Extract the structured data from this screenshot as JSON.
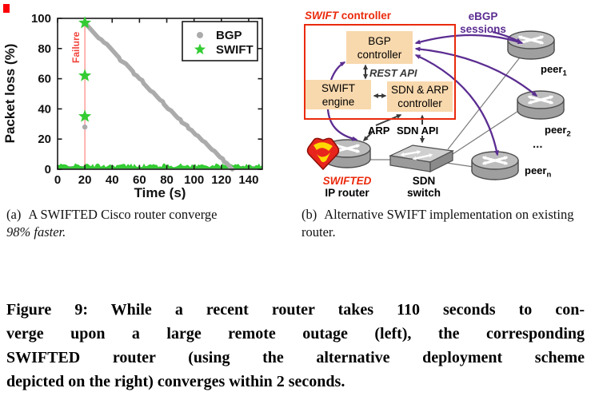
{
  "artifact_color": "#fb0007",
  "chart_data": {
    "type": "scatter",
    "title": "",
    "xlabel": "Time (s)",
    "ylabel": "Packet loss (%)",
    "xlim": [
      0,
      150
    ],
    "ylim": [
      0,
      100
    ],
    "xticks": [
      0,
      20,
      40,
      60,
      80,
      100,
      120,
      140
    ],
    "yticks": [
      0,
      20,
      40,
      60,
      80,
      100
    ],
    "grid": false,
    "legend_position": "upper right",
    "failure": {
      "time": 20,
      "label": "Failure",
      "line_color": "#ff8f88",
      "text_color": "#f2453d"
    },
    "legend": [
      {
        "label": "BGP",
        "marker": "dot",
        "color": "#ababab"
      },
      {
        "label": "SWIFT",
        "marker": "star",
        "color": "#33cc33"
      }
    ],
    "series": [
      {
        "name": "BGP",
        "color": "#ababab",
        "pre_failure_zero": [
          [
            0,
            0
          ],
          [
            20,
            0
          ]
        ],
        "post_convergence_zero": [
          [
            127.5,
            0
          ],
          [
            150,
            0
          ]
        ],
        "lone_point": [
          20,
          28
        ],
        "decline": [
          [
            21,
            96
          ],
          [
            23,
            94
          ],
          [
            25,
            92
          ],
          [
            27,
            90
          ],
          [
            28,
            89
          ],
          [
            30,
            87
          ],
          [
            32,
            86
          ],
          [
            34,
            84
          ],
          [
            36,
            83
          ],
          [
            38,
            81
          ],
          [
            40,
            79
          ],
          [
            41,
            78
          ],
          [
            43,
            76
          ],
          [
            45,
            74
          ],
          [
            46,
            72
          ],
          [
            48,
            71
          ],
          [
            50,
            70
          ],
          [
            51,
            69
          ],
          [
            53,
            67
          ],
          [
            55,
            65
          ],
          [
            56,
            63
          ],
          [
            58,
            62
          ],
          [
            60,
            60
          ],
          [
            62,
            59
          ],
          [
            63,
            57
          ],
          [
            65,
            55
          ],
          [
            66,
            54
          ],
          [
            68,
            52
          ],
          [
            70,
            51
          ],
          [
            72,
            49
          ],
          [
            73,
            48
          ],
          [
            75,
            46
          ],
          [
            77,
            45
          ],
          [
            78,
            43
          ],
          [
            80,
            41
          ],
          [
            81,
            40
          ],
          [
            83,
            39
          ],
          [
            85,
            37
          ],
          [
            86,
            36
          ],
          [
            88,
            34
          ],
          [
            90,
            33
          ],
          [
            91,
            31
          ],
          [
            93,
            30
          ],
          [
            95,
            29
          ],
          [
            96,
            27
          ],
          [
            98,
            26
          ],
          [
            100,
            24
          ],
          [
            101,
            23
          ],
          [
            103,
            22
          ],
          [
            105,
            20
          ],
          [
            106,
            19
          ],
          [
            108,
            18
          ],
          [
            110,
            16
          ],
          [
            111,
            15
          ],
          [
            113,
            13
          ],
          [
            115,
            12
          ],
          [
            116,
            11
          ],
          [
            118,
            9
          ],
          [
            119,
            8
          ],
          [
            121,
            7
          ],
          [
            122,
            5
          ],
          [
            124,
            4
          ],
          [
            125,
            3
          ],
          [
            126,
            2
          ],
          [
            127,
            1
          ],
          [
            128,
            0
          ]
        ]
      },
      {
        "name": "SWIFT",
        "color": "#33cc33",
        "stars": [
          [
            20,
            97
          ],
          [
            20,
            62
          ],
          [
            20,
            35
          ]
        ],
        "noise_band": {
          "x": [
            0,
            150
          ],
          "y": [
            0.5,
            3.5
          ]
        }
      }
    ]
  },
  "panel_a_caption": {
    "tag": "(a)",
    "text": "A SWIFTED Cisco router converge",
    "italic": "98% faster."
  },
  "panel_b_caption": {
    "tag": "(b)",
    "text": "Alternative SWIFT implementation on existing router."
  },
  "diagram": {
    "controller_title": {
      "italic": "SWIFT",
      "rest": " controller"
    },
    "bgp_controller": {
      "line1": "BGP",
      "line2": "controller"
    },
    "swift_engine": {
      "line1": "SWIFT",
      "line2": "engine"
    },
    "sdn_arp_controller": {
      "line1": "SDN & ARP",
      "line2": "controller"
    },
    "rest_api": "REST API",
    "arp": "ARP",
    "sdn_api": "SDN API",
    "ebgp": {
      "line1": "eBGP",
      "line2": "sessions"
    },
    "ellipsis": "...",
    "peers": [
      {
        "base": "peer",
        "sub": "1"
      },
      {
        "base": "peer",
        "sub": "2"
      },
      {
        "base": "peer",
        "sub": "n"
      }
    ],
    "swifted_router": {
      "line1": "SWIFTED",
      "line2": "IP router"
    },
    "sdn_switch": {
      "line1": "SDN",
      "line2": "switch"
    },
    "colors": {
      "red": "#ea2a0c",
      "peach": "#f8d8ad",
      "purple": "#5b2d91",
      "dark": "#3a3a3a",
      "line_gray": "#7a7a7a"
    }
  },
  "figure_caption": {
    "lines": [
      "Figure 9: While a recent router takes 110 seconds to con-",
      "verge upon a large remote outage (left), the corresponding",
      "SWIFTED router (using the alternative deployment scheme",
      "depicted on the right) converges within 2 seconds."
    ]
  }
}
